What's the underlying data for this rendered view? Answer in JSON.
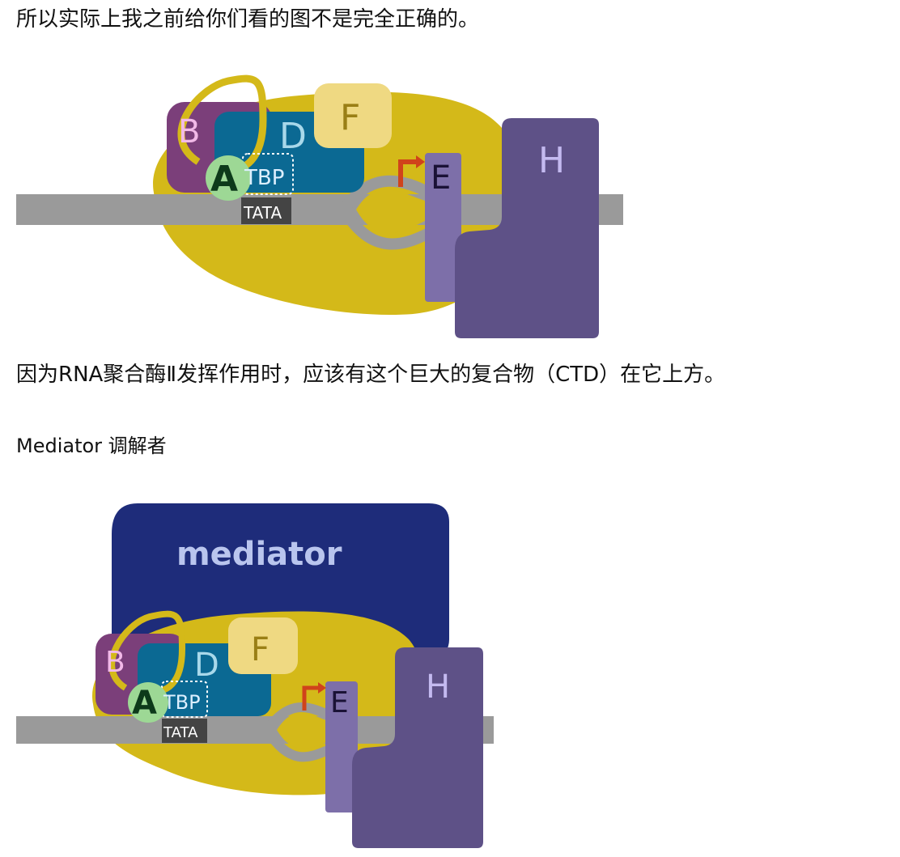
{
  "paragraphs": {
    "p1": "所以实际上我之前给你们看的图不是完全正确的。",
    "p2": "因为RNA聚合酶Ⅱ发挥作用时，应该有这个巨大的复合物（CTD）在它上方。",
    "p3": "Mediator 调解者"
  },
  "figure1": {
    "labels": {
      "b": "B",
      "d": "D",
      "f": "F",
      "a": "A",
      "tbp": "TBP",
      "tata": "TATA",
      "e": "E",
      "h": "H"
    }
  },
  "figure2": {
    "labels": {
      "mediator": "mediator",
      "b": "B",
      "d": "D",
      "f": "F",
      "a": "A",
      "tbp": "TBP",
      "tata": "TATA",
      "e": "E",
      "h": "H"
    }
  },
  "colors": {
    "yellow": "#d4b919",
    "gray_dna": "#9a9a9a",
    "purple_b": "#7b3f7a",
    "teal_d": "#0b6993",
    "pale_f": "#efd982",
    "green_a": "#9dd895",
    "dark_tata": "#444444",
    "purple_e": "#7d6fa9",
    "purple_h": "#5e5187",
    "mediator_blue": "#1e2c7a",
    "arrow_red": "#d0431b"
  }
}
